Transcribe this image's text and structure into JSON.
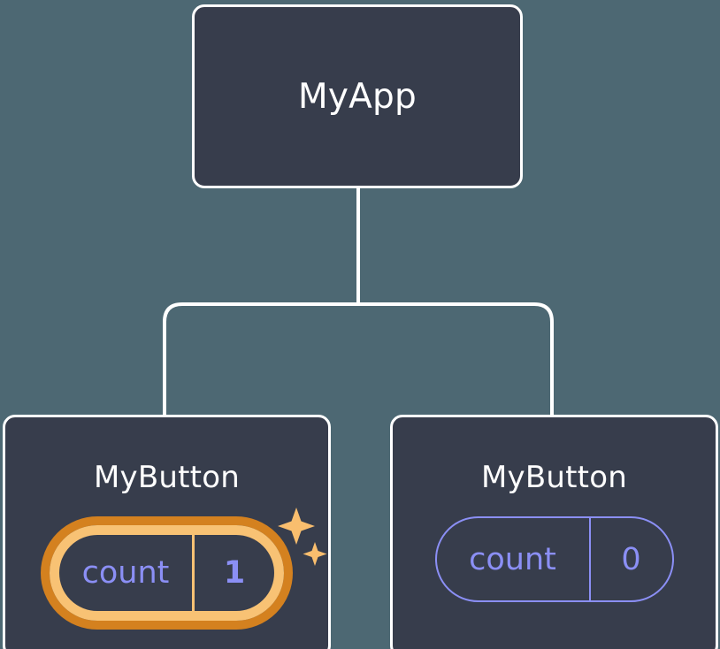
{
  "diagram": {
    "type": "component-tree",
    "background_color": "#4d6873",
    "node_fill_color": "#373d4c",
    "node_border_color": "#ffffff",
    "connector_color": "#ffffff",
    "highlight_outer_color": "#d4811f",
    "highlight_inner_color": "#f8c274",
    "state_text_color": "#8b8ff5",
    "sparkle_color": "#f9be6e"
  },
  "root": {
    "title": "MyApp"
  },
  "children": [
    {
      "title": "MyButton",
      "highlighted": true,
      "state": {
        "key": "count",
        "value": "1"
      },
      "sparkle_icons": [
        "sparkle-large-icon",
        "sparkle-small-icon"
      ]
    },
    {
      "title": "MyButton",
      "highlighted": false,
      "state": {
        "key": "count",
        "value": "0"
      }
    }
  ]
}
